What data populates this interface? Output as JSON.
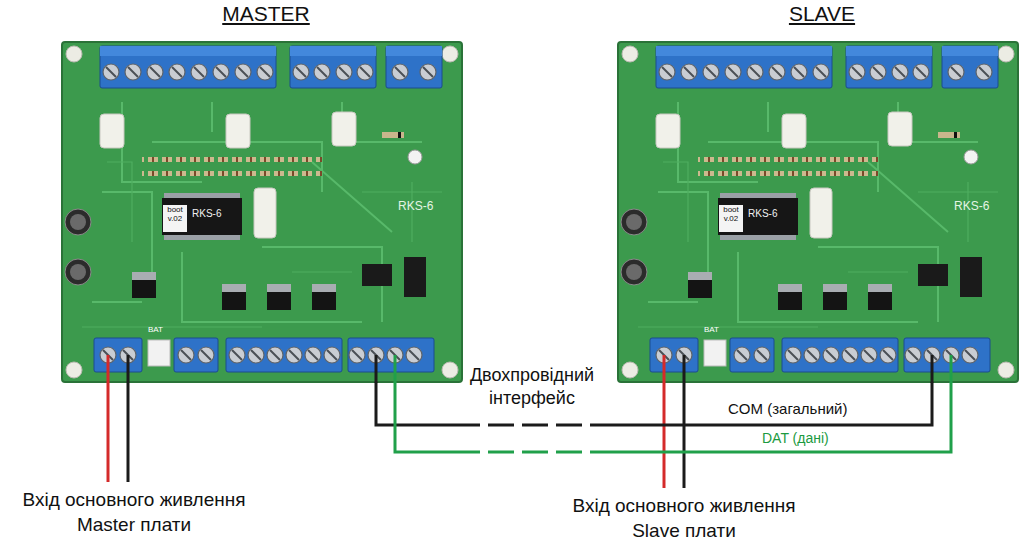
{
  "diagram": {
    "nodes": [
      {
        "text": [
          "MASTER"
        ]
      },
      {
        "text": [
          "SLAVE"
        ]
      }
    ],
    "edges": [
      {
        "from": 0,
        "to": 1,
        "arrow": "none",
        "label": "COM (загальний)"
      },
      {
        "from": 0,
        "to": 1,
        "arrow": "none",
        "label": "DAT (дані)"
      }
    ],
    "labels": [
      "boot v.02",
      "RKS-6",
      "RKS-6",
      "BAT",
      "boot v.02",
      "RKS-6",
      "RKS-6",
      "BAT",
      "Двохпровідний інтерфейс",
      "Вхід основного живлення Master плати",
      "Вхід основного живлення Slave плати"
    ]
  }
}
